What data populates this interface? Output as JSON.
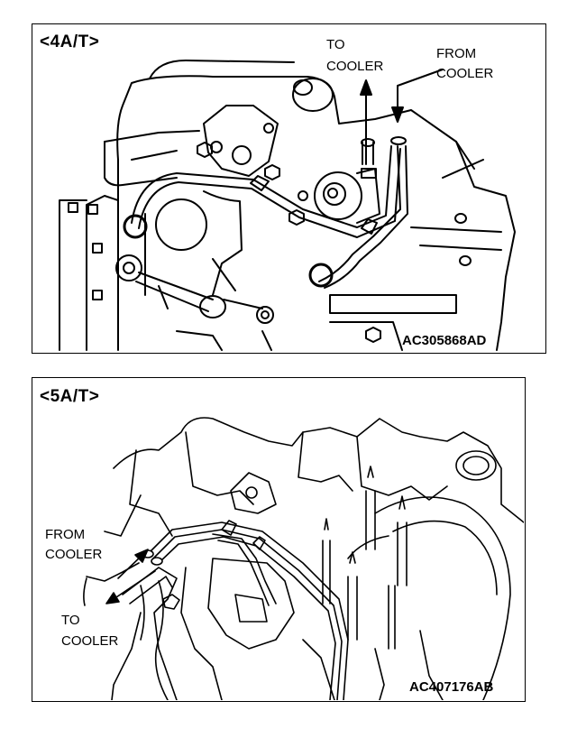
{
  "diagram_top": {
    "tag": "<4A/T>",
    "to_cooler": [
      "TO",
      "COOLER"
    ],
    "from_cooler": [
      "FROM",
      "COOLER"
    ],
    "code": "AC305868AD"
  },
  "diagram_bottom": {
    "tag": "<5A/T>",
    "from_cooler": [
      "FROM",
      "COOLER"
    ],
    "to_cooler": [
      "TO",
      "COOLER"
    ],
    "code": "AC407176AB"
  },
  "colors": {
    "ink": "#000000",
    "paper": "#ffffff"
  }
}
